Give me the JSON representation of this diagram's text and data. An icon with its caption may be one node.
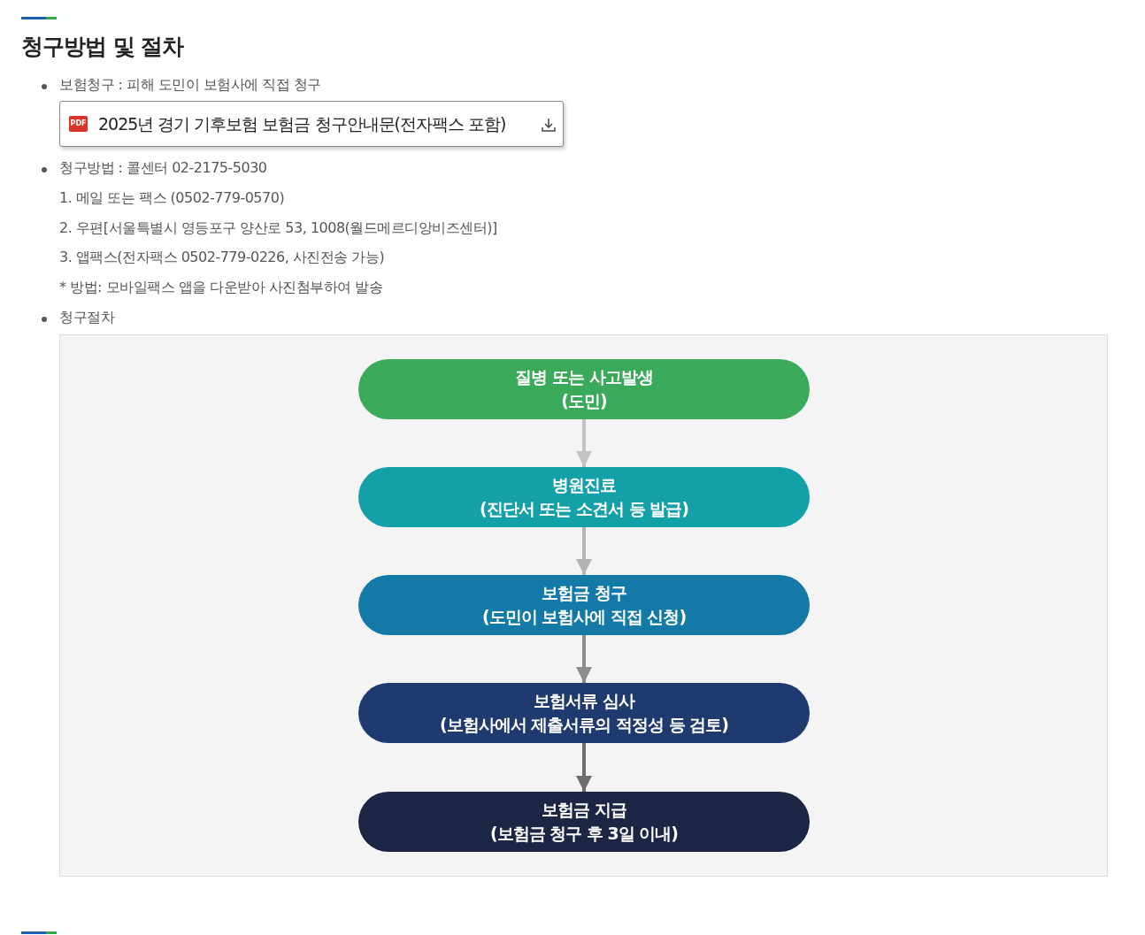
{
  "diagram": {
    "title": "청구방법 및 절차",
    "nodes": [
      {
        "text": [
          "질병 또는 사고발생",
          "(도민)"
        ]
      },
      {
        "text": [
          "병원진료",
          "(진단서 또는 소견서 등 발급)"
        ]
      },
      {
        "text": [
          "보험금 청구",
          "(도민이 보험사에 직접 신청)"
        ]
      },
      {
        "text": [
          "보험서류 심사",
          "(보험사에서 제출서류의 적정성 등 검토)"
        ]
      },
      {
        "text": [
          "보험금 지급",
          "(보험금 청구 후 3일 이내)"
        ]
      }
    ],
    "edges": [
      {
        "from": 0,
        "to": 1,
        "arrow": "to",
        "color": "#c4c4c4"
      },
      {
        "from": 1,
        "to": 2,
        "arrow": "to",
        "color": "#b4b4b4"
      },
      {
        "from": 2,
        "to": 3,
        "arrow": "to",
        "color": "#8c8c8c"
      },
      {
        "from": 3,
        "to": 4,
        "arrow": "to",
        "color": "#6e6e6e"
      }
    ],
    "labels": [
      "보험청구 : 피해 도민이 보험사에 직접 청구",
      "PDF",
      "2025년 경기 기후보험 보험금 청구안내문(전자팩스 포함)",
      "청구방법 : 콜센터 02-2175-5030",
      "1. 메일 또는 팩스 (0502-779-0570)",
      "2. 우편[서울특별시 영등포구 양산로 53, 1008(월드메르디앙비즈센터)]",
      "3. 앱팩스(전자팩스 0502-779-0226, 사진전송 가능)",
      "* 방법: 모바일팩스 앱을 다운받아 사진첨부하여 발송",
      "청구절차"
    ]
  }
}
